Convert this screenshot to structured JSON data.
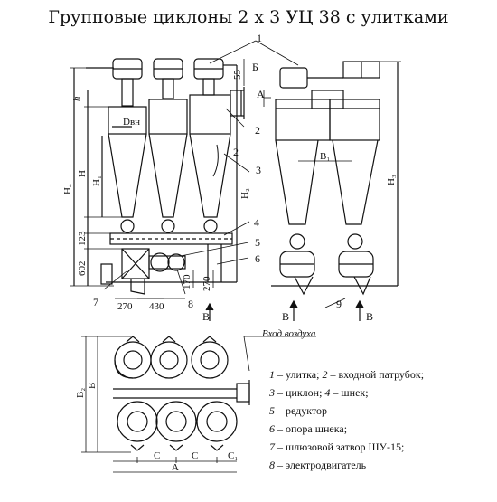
{
  "title": "Групповые циклоны 2 х 3 УЦ 38 с улитками",
  "dims": {
    "h": "h",
    "Dvn": "Dвн",
    "H": "H",
    "H1": "H₁",
    "H2": "H₂",
    "H3": "H₃",
    "H4": "H₄",
    "d123": "123",
    "d602": "602",
    "d55": "55",
    "d270a": "270",
    "d430": "430",
    "d170": "170",
    "d270b": "270",
    "B1": "B₁",
    "B": "B",
    "B2": "B₂",
    "C": "C",
    "C1": "C₁",
    "A": "А"
  },
  "section_marks": {
    "A": "А",
    "B": "Б",
    "Aside": "А"
  },
  "callouts": [
    "1",
    "2",
    "3",
    "4",
    "5",
    "6",
    "7",
    "8",
    "9",
    "2"
  ],
  "arrows": {
    "in_left": "B",
    "in_right": "B",
    "in_bottom": "B"
  },
  "air_inlet": "Вход воздуха",
  "legend": [
    {
      "num": "1",
      "text": " – улитка;  ",
      "num2": "2",
      "text2": " – входной  патрубок;"
    },
    {
      "num": "3",
      "text": " – циклон;  ",
      "num2": "4",
      "text2": " – шнек;"
    },
    {
      "num": "5",
      "text": " – редуктор",
      "num2": "",
      "text2": ""
    },
    {
      "num": "6",
      "text": " – опора шнека;",
      "num2": "",
      "text2": ""
    },
    {
      "num": "7",
      "text": " – шлюзовой затвор ШУ-15;",
      "num2": "",
      "text2": ""
    },
    {
      "num": "8",
      "text": " – электродвигатель",
      "num2": "",
      "text2": ""
    }
  ]
}
